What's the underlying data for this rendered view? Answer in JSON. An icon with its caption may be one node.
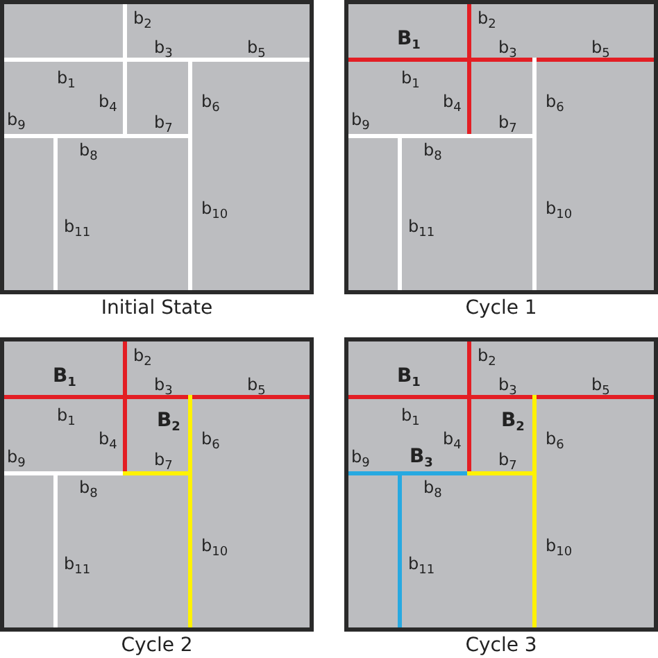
{
  "diagram": {
    "nodes": [
      {
        "text": [
          "b$_{2}$",
          "b$_{3}$",
          "b$_{5}$",
          "b$_{1}$",
          "b$_{4}$",
          "b$_{6}$",
          "b$_{9}$",
          "b$_{7}$",
          "b$_{8}$",
          "b$_{10}$",
          "b$_{11}$",
          "Initial State"
        ]
      },
      {
        "text": [
          "b$_{2}$",
          "**B**$_{1}$",
          "b$_{3}$",
          "b$_{5}$",
          "b$_{1}$",
          "b$_{4}$",
          "b$_{6}$",
          "b$_{9}$",
          "b$_{7}$",
          "b$_{8}$",
          "b$_{10}$",
          "b$_{11}$",
          "Cycle 1"
        ]
      },
      {
        "text": [
          "b$_{2}$",
          "**B**$_{1}$",
          "b$_{3}$",
          "b$_{5}$",
          "b$_{1}$",
          "b$_{4}$",
          "**B**$_{2}$",
          "b$_{6}$",
          "b$_{9}$",
          "b$_{7}$",
          "b$_{8}$",
          "b$_{10}$",
          "b$_{11}$",
          "Cycle 2"
        ]
      },
      {
        "text": [
          "b$_{2}$",
          "**B**$_{1}$",
          "b$_{3}$",
          "b$_{5}$",
          "b$_{1}$",
          "b$_{4}$",
          "**B**$_{2}$",
          "b$_{6}$",
          "b$_{9}$",
          "**B**$_{3}$",
          "b$_{7}$",
          "b$_{8}$",
          "b$_{10}$",
          "b$_{11}$",
          "Cycle 3"
        ]
      }
    ]
  }
}
